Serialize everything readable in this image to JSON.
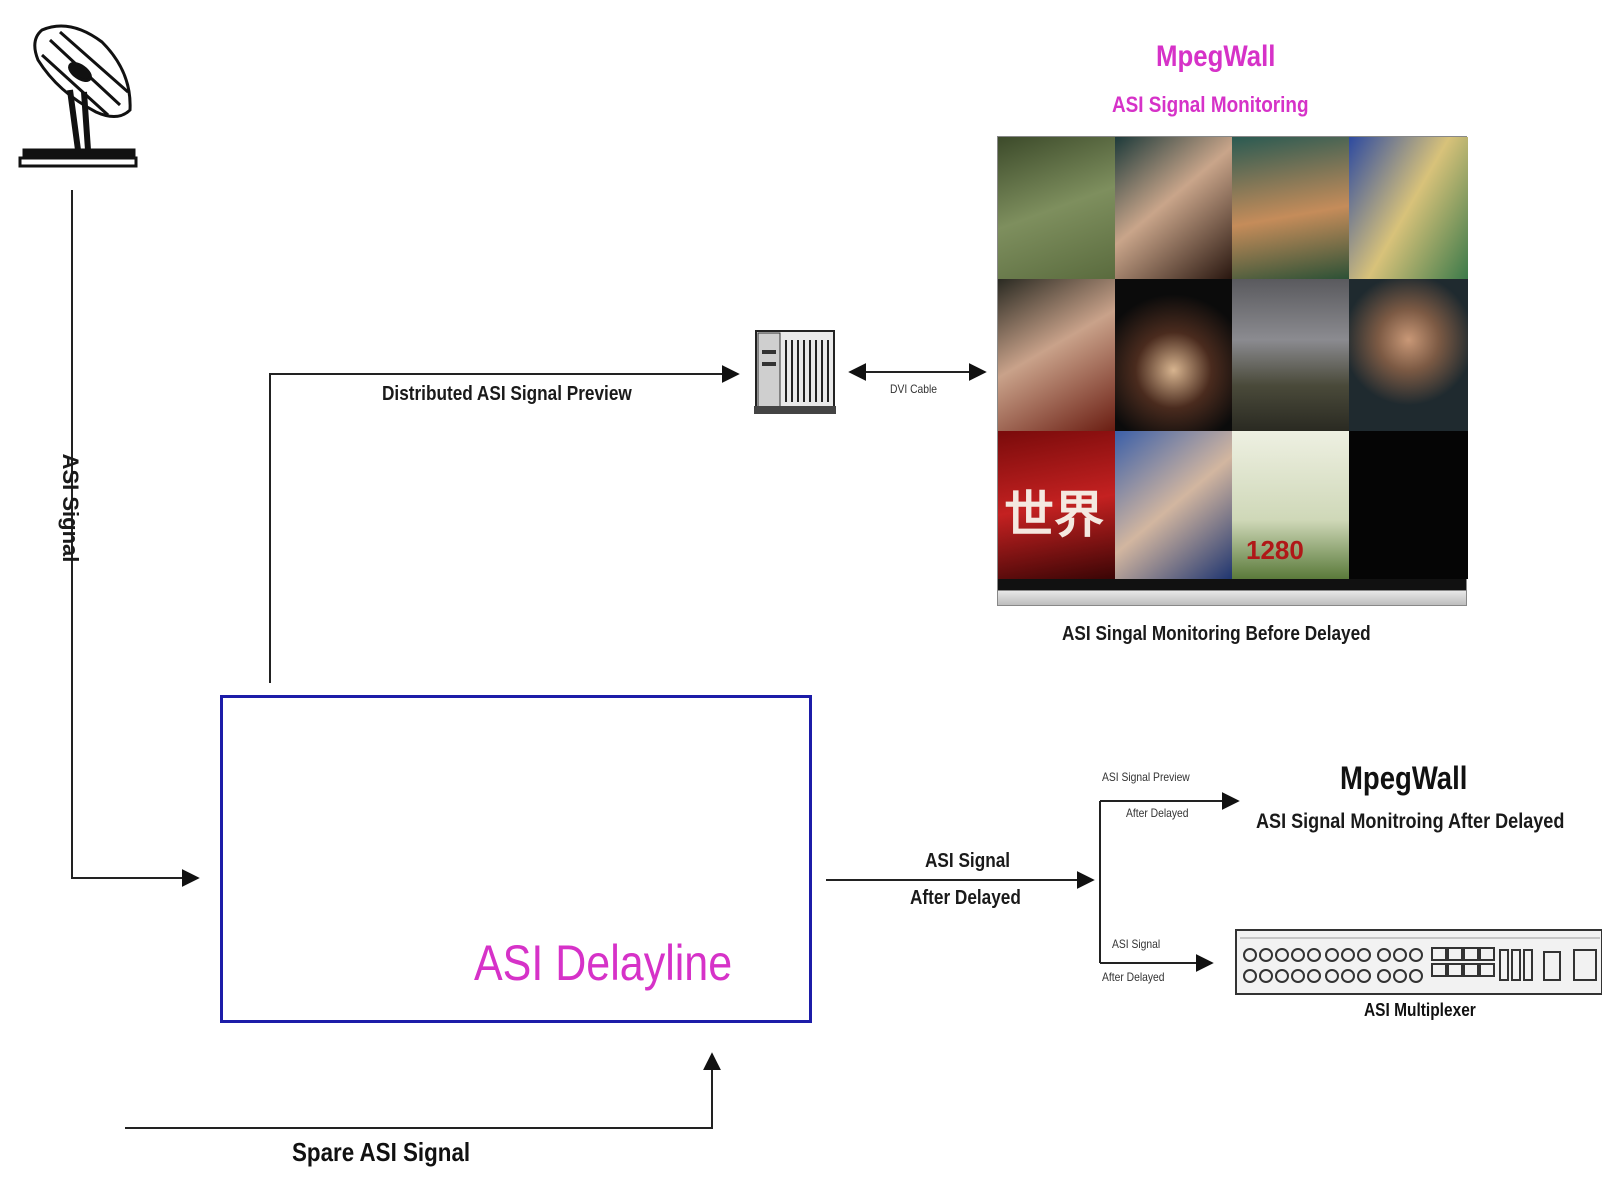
{
  "labels": {
    "asi_signal": "ASI Signal",
    "distributed_preview": "Distributed ASI Signal Preview",
    "dvi_cable": "DVI Cable",
    "mpegwall_top": "MpegWall",
    "asi_signal_monitoring": "ASI Signal Monitoring",
    "monitoring_before": "ASI Singal Monitoring Before Delayed",
    "asi_delayline": "ASI Delayline",
    "asi_signal_mid": "ASI Signal",
    "after_delayed_mid": "After Delayed",
    "asi_signal_preview": "ASI Signal Preview",
    "after_delayed_preview": "After Delayed",
    "mpegwall_bottom": "MpegWall",
    "monitoring_after": "ASI Signal Monitroing After Delayed",
    "asi_signal_small": "ASI Signal",
    "after_delayed_small": "After Delayed",
    "asi_multiplexer": "ASI Multiplexer",
    "spare_asi_signal": "Spare ASI Signal",
    "wall_tile_text_1": "世界",
    "wall_tile_text_2": "1280"
  },
  "colors": {
    "magenta": "#d632c8",
    "box_border": "#1c1ca8",
    "line": "#222222"
  },
  "icons": {
    "satellite": "satellite-dish-icon",
    "server": "server-rack-icon",
    "delayline_device": "rack-device-icon",
    "multiplexer": "multiplexer-device-icon"
  }
}
